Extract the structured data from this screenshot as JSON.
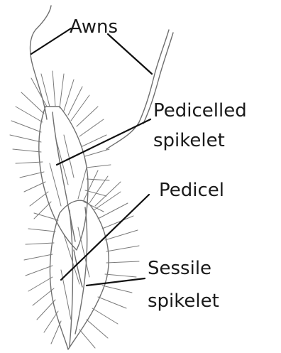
{
  "diagram": {
    "labels": {
      "awns": "Awns",
      "pedicelled_line1": "Pedicelled",
      "pedicelled_line2": "spikelet",
      "pedicel": "Pedicel",
      "sessile_line1": "Sessile",
      "sessile_line2": "spikelet"
    }
  }
}
